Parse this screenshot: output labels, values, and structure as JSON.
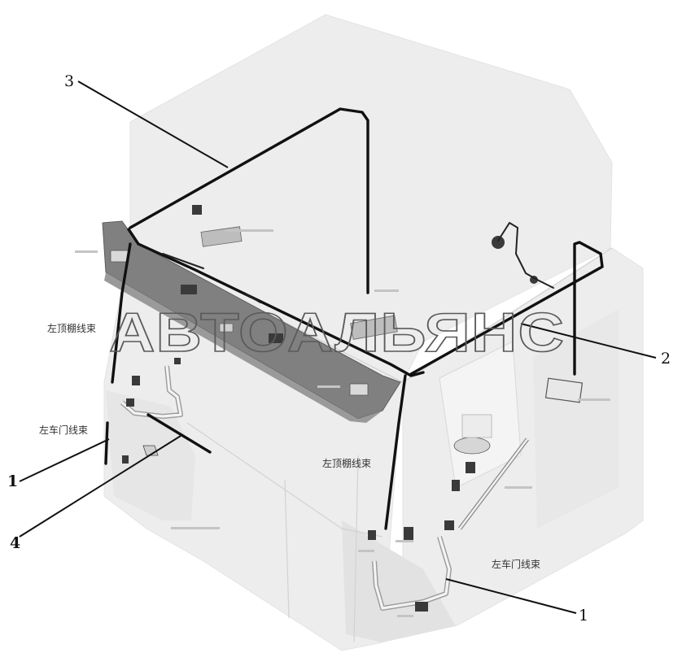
{
  "callouts": {
    "c1_left": "1",
    "c1_right": "1",
    "c2": "2",
    "c3": "3",
    "c4": "4"
  },
  "labels": {
    "roof_harness_left": "左顶棚线束",
    "roof_harness_center": "左顶棚线束",
    "door_harness_left": "左车门线束",
    "door_harness_right": "左车门线束"
  },
  "watermark": "АВТОАЛЬЯНС",
  "colors": {
    "harness": "#111111",
    "cab_panel": "#ededed",
    "visor": "#808080",
    "background": "#ffffff"
  }
}
